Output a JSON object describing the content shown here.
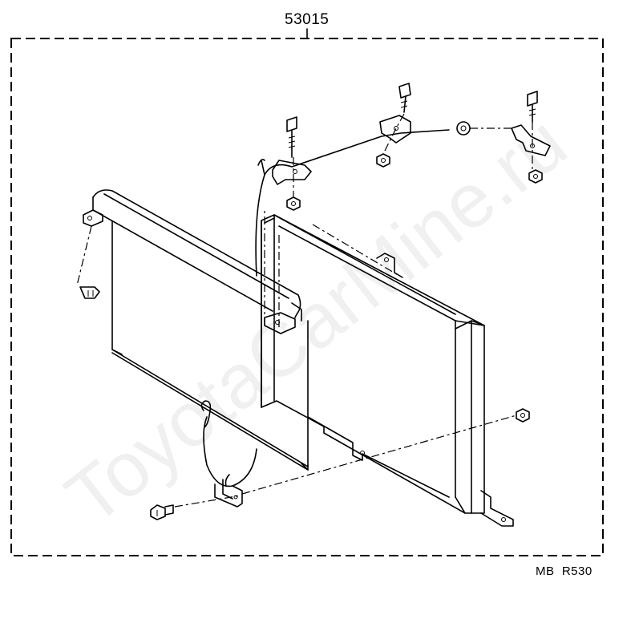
{
  "part_number": "53015",
  "figure_code": "MB  R530",
  "watermark": "ToyotaCarMine.ru",
  "colors": {
    "line": "#000000",
    "background": "#ffffff",
    "watermark": "#e8e8e8"
  }
}
